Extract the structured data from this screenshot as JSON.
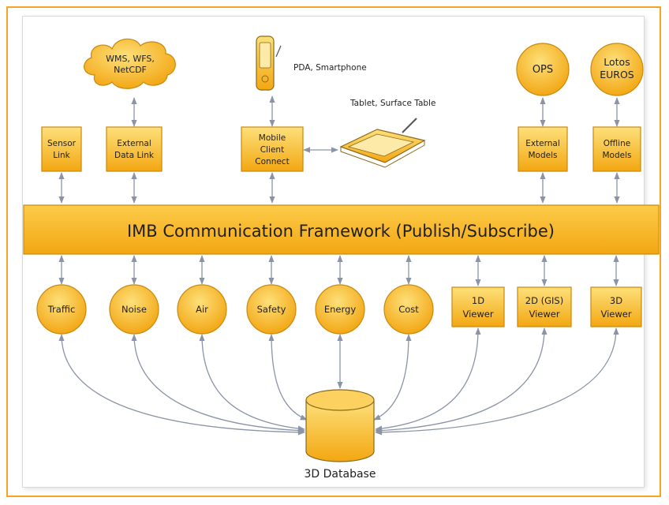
{
  "framework": {
    "label": "IMB Communication Framework (Publish/Subscribe)"
  },
  "top_boxes": {
    "sensor_link": [
      "Sensor",
      "Link"
    ],
    "external_data_link": [
      "External",
      "Data Link"
    ],
    "mobile_client_connect": [
      "Mobile",
      "Client",
      "Connect"
    ],
    "external_models": [
      "External",
      "Models"
    ],
    "offline_models": [
      "Offline",
      "Models"
    ]
  },
  "top_nodes": {
    "cloud": [
      "WMS, WFS,",
      "NetCDF"
    ],
    "pda_label": "PDA, Smartphone",
    "tablet_label": "Tablet, Surface Table",
    "ops": [
      "OPS"
    ],
    "lotos_euros": [
      "Lotos",
      "EUROS"
    ]
  },
  "modules": {
    "traffic": "Traffic",
    "noise": "Noise",
    "air": "Air",
    "safety": "Safety",
    "energy": "Energy",
    "cost": "Cost"
  },
  "viewers": {
    "viewer_1d": [
      "1D",
      "Viewer"
    ],
    "viewer_2d": [
      "2D (GIS)",
      "Viewer"
    ],
    "viewer_3d": [
      "3D",
      "Viewer"
    ]
  },
  "database": {
    "label": "3D Database"
  },
  "colors": {
    "fill_light": "#fcd15f",
    "fill_dark": "#f3a712",
    "stroke": "#c9890c",
    "text": "#1f1f1f",
    "arrow": "#8a94a6",
    "frame": "#f4a623"
  }
}
